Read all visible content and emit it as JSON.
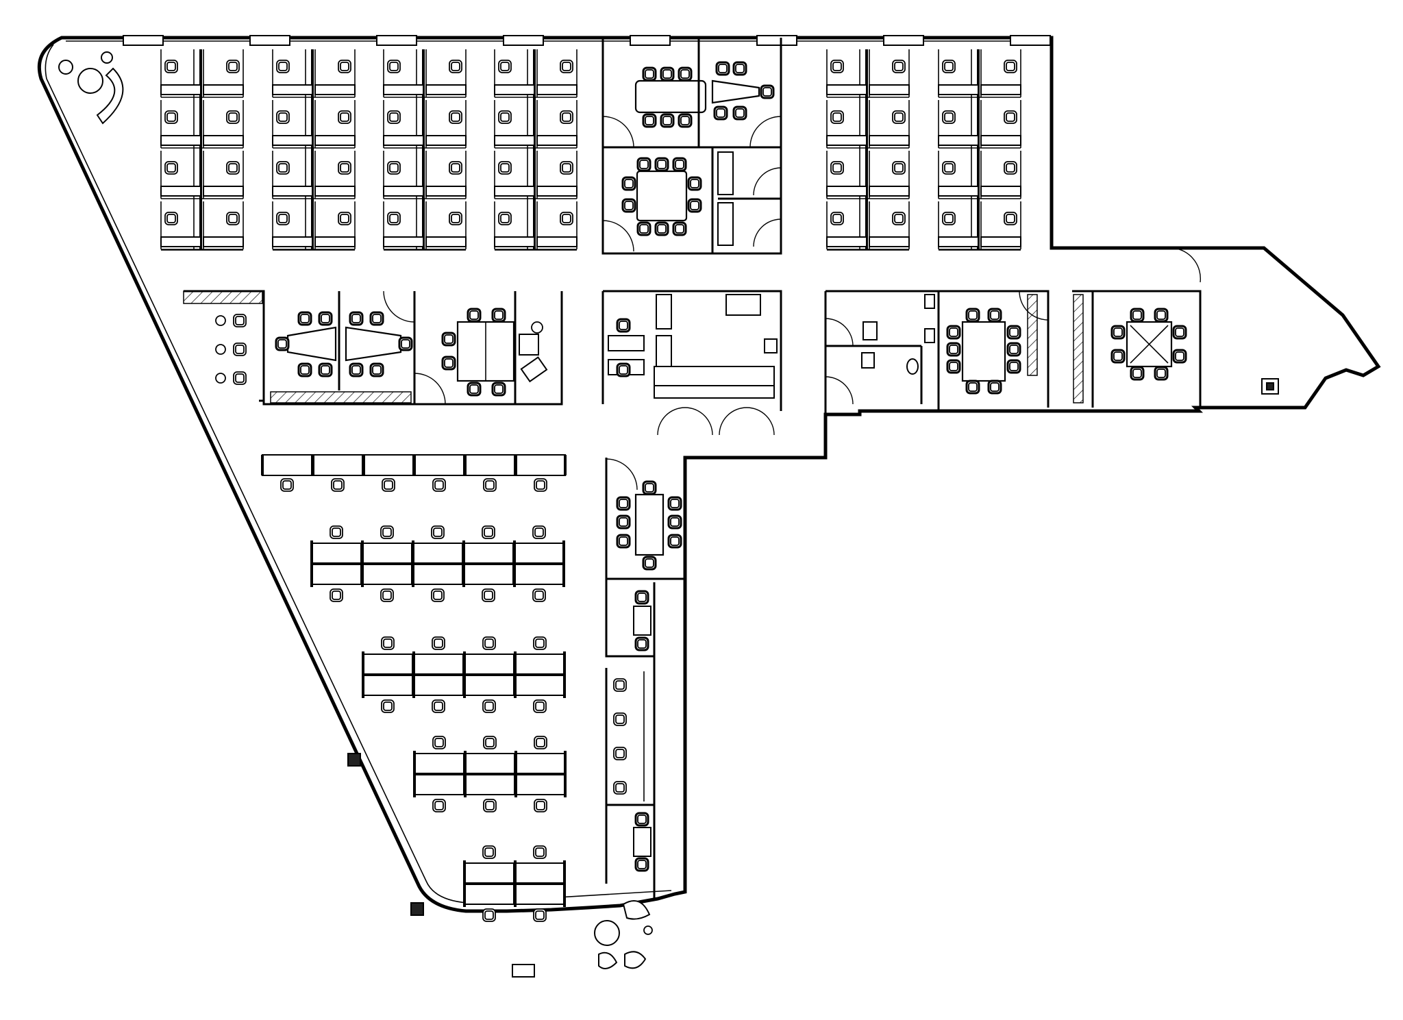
{
  "colors": {
    "line": "#000000",
    "background": "#ffffff"
  },
  "icons": {
    "workstation": "cubicle-desk-with-chair",
    "conference": "table-with-chairs",
    "door": "door-swing-arc",
    "column": "structural-column"
  }
}
